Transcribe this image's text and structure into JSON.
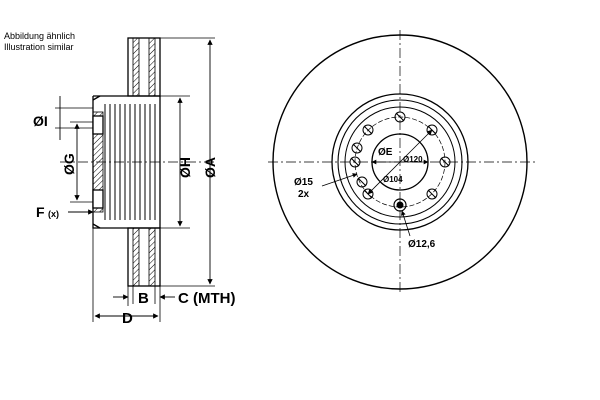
{
  "caption": {
    "line1": "Abbildung ähnlich",
    "line2": "Illustration similar"
  },
  "side_view": {
    "label_i": "ØI",
    "label_g": "ØG",
    "label_h": "ØH",
    "label_a": "ØA",
    "label_f": "F",
    "label_f_suffix": "(x)",
    "label_b": "B",
    "label_c": "C (MTH)",
    "label_d": "D"
  },
  "front_view": {
    "label_e": "ØE",
    "label_120": "Ø120",
    "label_104": "Ø104",
    "label_15": "Ø15",
    "label_15_count": "2x",
    "label_126": "Ø12,6"
  }
}
